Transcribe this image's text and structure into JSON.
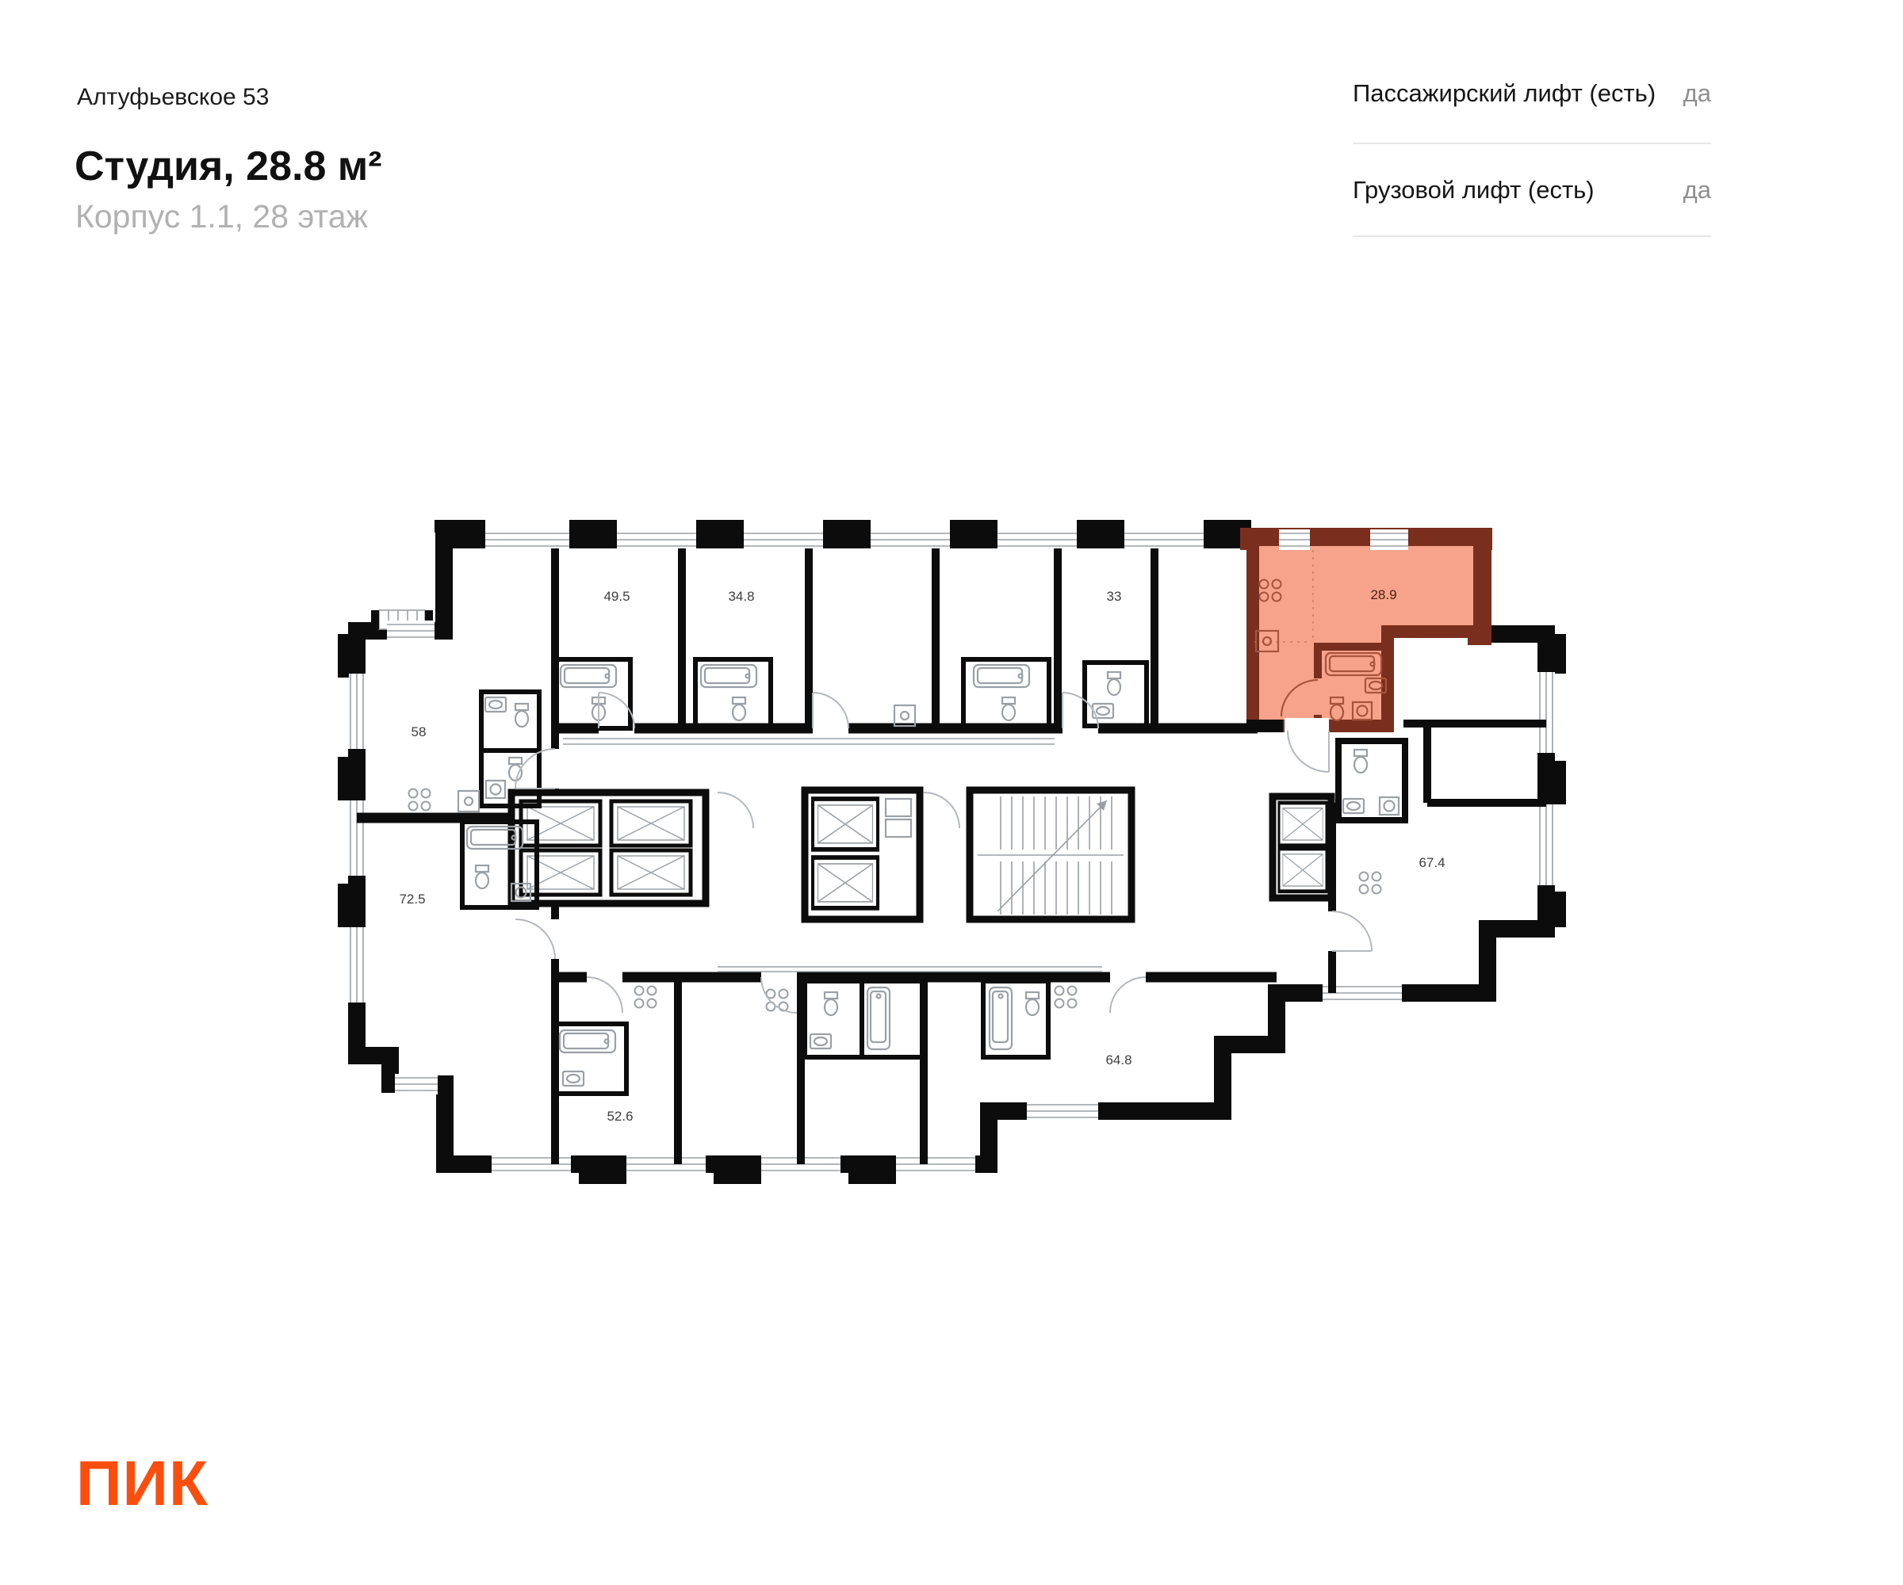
{
  "header": {
    "project": "Алтуфьевское 53",
    "title": "Студия, 28.8 м²",
    "subtitle": "Корпус 1.1, 28 этаж"
  },
  "info": {
    "rows": [
      {
        "label": "Пассажирский лифт (есть)",
        "value": "да"
      },
      {
        "label": "Грузовой лифт (есть)",
        "value": "да"
      }
    ]
  },
  "plan": {
    "type": "floor-plan",
    "highlight": {
      "area": "28.9",
      "fill_color": "#f7a38c",
      "wall_color": "#7a2e1d"
    },
    "wall_color": "#0c0c0c",
    "fixture_line_color": "#9aa0a6",
    "units": [
      {
        "area": "58"
      },
      {
        "area": "72.5"
      },
      {
        "area": "49.5"
      },
      {
        "area": "34.8"
      },
      {
        "area": "33"
      },
      {
        "area": "52.6"
      },
      {
        "area": "64.8"
      },
      {
        "area": "67.4"
      },
      {
        "area": "28.9"
      }
    ]
  },
  "footer": {
    "logo": "ПИК",
    "logo_color": "#fb4e0e"
  }
}
